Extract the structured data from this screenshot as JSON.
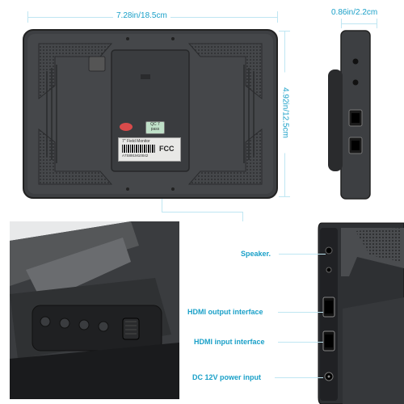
{
  "dimensions": {
    "width_label": "7.28in/18.5cm",
    "height_label": "4.92in/12.5cm",
    "depth_label": "0.86in/2.2cm"
  },
  "back_label": {
    "title": "7\" Field Monitor",
    "qc": "QC 7",
    "qc_status": "pass",
    "fcc": "FCC",
    "serial": "A7S891M10042"
  },
  "callouts": {
    "speaker": "Speaker.",
    "hdmi_out": "HDMI output interface",
    "hdmi_in": "HDMI input interface",
    "dc_in": "DC 12V power input"
  },
  "colors": {
    "accent": "#1aa0c8",
    "device": "#3a3c3f",
    "device_dark": "#1e1f21"
  }
}
